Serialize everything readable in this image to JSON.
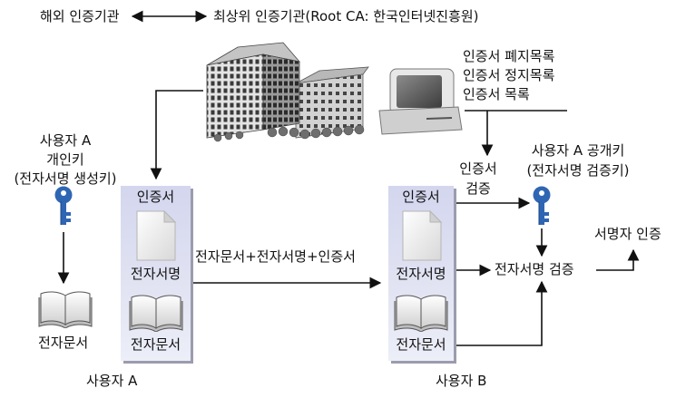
{
  "header": {
    "foreign_ca": "해외 인증기관",
    "root_ca": "최상위 인증기관(Root CA: 한국인터넷진흥원)"
  },
  "repository": {
    "lists": [
      "인증서 폐지목록",
      "인증서 정지목록",
      "인증서 목록"
    ]
  },
  "user_a": {
    "key_label": [
      "사용자 A",
      "개인키",
      "(전자서명 생성키)"
    ],
    "document_label": "전자문서",
    "caption": "사용자 A",
    "panel": {
      "certificate": "인증서",
      "signature": "전자서명",
      "document": "전자문서"
    }
  },
  "transfer_label": "전자문서+전자서명+인증서",
  "user_b": {
    "cert_verify": [
      "인증서",
      "검증"
    ],
    "public_key_label": [
      "사용자 A 공개키",
      "(전자서명 검증키)"
    ],
    "signature_verify": "전자서명 검증",
    "signer_auth": "서명자 인증",
    "caption": "사용자 B",
    "panel": {
      "certificate": "인증서",
      "signature": "전자서명",
      "document": "전자문서"
    }
  },
  "icons": {
    "root_ca": "office-building-icon",
    "repository": "computer-icon",
    "private_key": "key-icon",
    "public_key": "key-icon",
    "document": "open-book-icon",
    "certificate": "document-page-icon"
  },
  "colors": {
    "key": "#2f66b3",
    "panel": "#d3d6ee",
    "panel_shadow": "#9b9cad",
    "arrow": "#111111"
  }
}
